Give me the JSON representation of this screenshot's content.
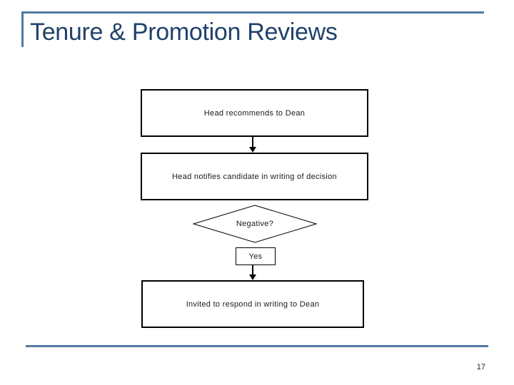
{
  "slide": {
    "title": "Tenure & Promotion Reviews",
    "page_number": "17",
    "colors": {
      "accent_line": "#5279A3",
      "title_text": "#20416B",
      "shape_border": "#000000",
      "shape_fill": "#FFFFFF",
      "flow_text": "#1A1A1A",
      "background": "#FFFFFF"
    }
  },
  "flowchart": {
    "type": "flowchart",
    "nodes": [
      {
        "id": "process-1",
        "shape": "rectangle",
        "label": "Head recommends to Dean"
      },
      {
        "id": "process-2",
        "shape": "rectangle",
        "label": "Head notifies candidate in writing of decision"
      },
      {
        "id": "decision-1",
        "shape": "diamond",
        "label": "Negative?"
      },
      {
        "id": "branch-label-yes",
        "shape": "small-rectangle",
        "label": "Yes"
      },
      {
        "id": "process-3",
        "shape": "rectangle",
        "label": "Invited to respond in writing to Dean"
      }
    ],
    "connectors": [
      {
        "from": "process-1",
        "to": "process-2",
        "style": "solid-arrow-down"
      },
      {
        "from": "branch-label-yes",
        "to": "process-3",
        "style": "solid-arrow-down"
      }
    ]
  }
}
